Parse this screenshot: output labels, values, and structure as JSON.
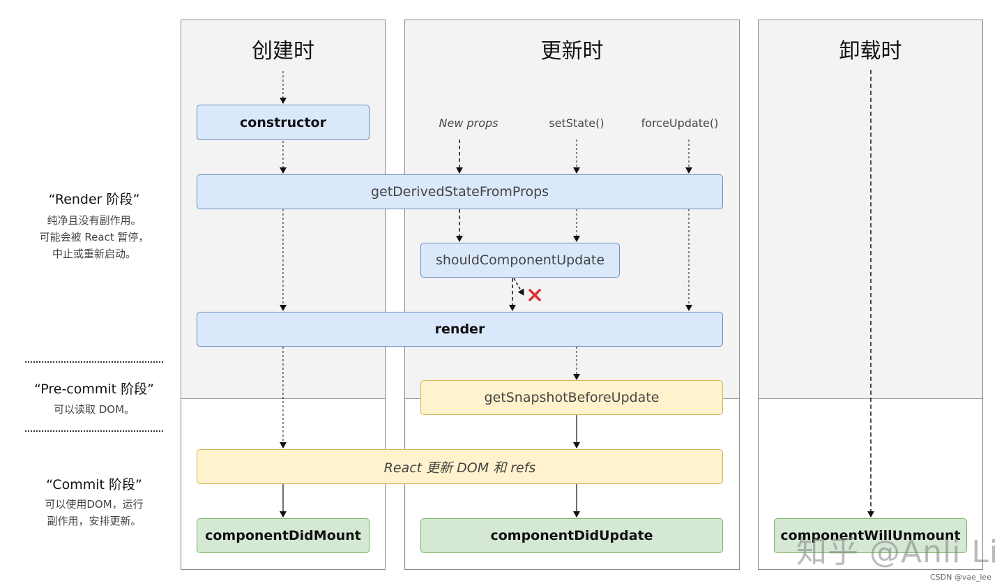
{
  "columns": {
    "mount": {
      "title": "创建时"
    },
    "update": {
      "title": "更新时"
    },
    "unmount": {
      "title": "卸载时"
    }
  },
  "triggers": {
    "new_props": "New props",
    "set_state": "setState()",
    "force_update": "forceUpdate()"
  },
  "methods": {
    "constructor": "constructor",
    "get_derived_state": "getDerivedStateFromProps",
    "should_update": "shouldComponentUpdate",
    "render": "render",
    "get_snapshot": "getSnapshotBeforeUpdate",
    "react_update_dom": "React 更新 DOM 和 refs",
    "did_mount": "componentDidMount",
    "did_update": "componentDidUpdate",
    "will_unmount": "componentWillUnmount"
  },
  "phases": {
    "render": {
      "title": "“Render 阶段”",
      "lines": [
        "纯净且没有副作用。",
        "可能会被 React 暂停，",
        "中止或重新启动。"
      ]
    },
    "precommit": {
      "title": "“Pre-commit 阶段”",
      "lines": [
        "可以读取 DOM。"
      ]
    },
    "commit": {
      "title": "“Commit 阶段”",
      "lines": [
        "可以使用DOM，运行",
        "副作用，安排更新。"
      ]
    }
  },
  "watermark": "知乎 @Anli Li",
  "credit": "CSDN @vae_lee",
  "colors": {
    "blue_fill": "#dae8fc",
    "blue_border": "#6c8ebf",
    "yellow_fill": "#fff2cc",
    "yellow_border": "#d6b656",
    "green_fill": "#d5e8d4",
    "green_border": "#82b366",
    "reject_mark": "#e03030"
  }
}
